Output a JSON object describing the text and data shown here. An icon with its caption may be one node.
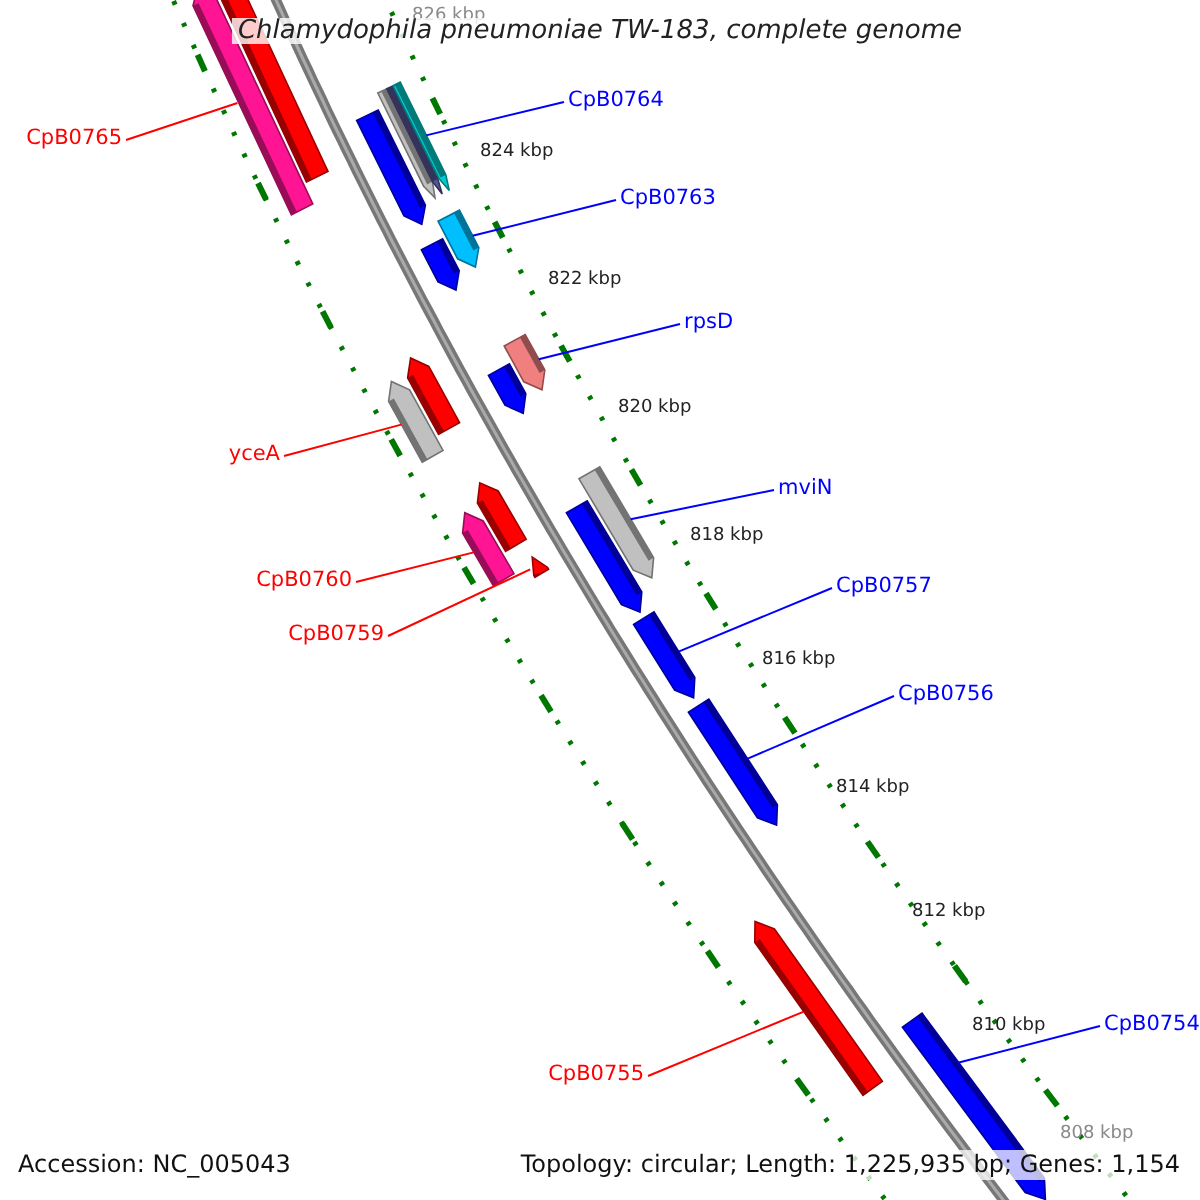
{
  "diagram": {
    "title": "Chlamydophila pneumoniae TW-183, complete genome",
    "nodes": [
      {
        "text": [
          "CpB0764"
        ]
      },
      {
        "text": [
          "CpB0765"
        ]
      },
      {
        "text": [
          "CpB0763"
        ]
      },
      {
        "text": [
          "rpsD"
        ]
      },
      {
        "text": [
          "yceA"
        ]
      },
      {
        "text": [
          "mviN"
        ]
      },
      {
        "text": [
          "CpB0760"
        ]
      },
      {
        "text": [
          "CpB0757"
        ]
      },
      {
        "text": [
          "CpB0759"
        ]
      },
      {
        "text": [
          "CpB0756"
        ]
      },
      {
        "text": [
          "CpB0754"
        ]
      },
      {
        "text": [
          "CpB0755"
        ]
      },
      {
        "text": [],
        "shape": "bar"
      },
      {
        "text": [],
        "shape": "bar"
      },
      {
        "text": [],
        "shape": "bar"
      },
      {
        "text": [],
        "shape": "bar"
      },
      {
        "text": [],
        "shape": "bar"
      },
      {
        "text": [],
        "shape": "bar"
      },
      {
        "text": [],
        "shape": "bar"
      },
      {
        "text": [],
        "shape": "bar"
      },
      {
        "text": [],
        "shape": "bar"
      },
      {
        "text": [],
        "shape": "bar"
      },
      {
        "text": [],
        "shape": "bar"
      },
      {
        "text": [],
        "shape": "bar"
      }
    ],
    "edges": [
      {
        "from": 0,
        "to": 12,
        "arrow": "none"
      },
      {
        "from": 1,
        "to": 13,
        "arrow": "none",
        "color": "#ff0000"
      },
      {
        "from": 2,
        "to": 14,
        "arrow": "none"
      },
      {
        "from": 3,
        "to": 15,
        "arrow": "none"
      },
      {
        "from": 4,
        "to": 16,
        "arrow": "none",
        "color": "#ff0000"
      },
      {
        "from": 5,
        "to": 17,
        "arrow": "none"
      },
      {
        "from": 6,
        "to": 18,
        "arrow": "none",
        "color": "#ff0000"
      },
      {
        "from": 7,
        "to": 19,
        "arrow": "none"
      },
      {
        "from": 8,
        "to": 20,
        "arrow": "none",
        "color": "#ff0000"
      },
      {
        "from": 9,
        "to": 21,
        "arrow": "none"
      },
      {
        "from": 10,
        "to": 22,
        "arrow": "none"
      },
      {
        "from": 11,
        "to": 23,
        "arrow": "none",
        "color": "#ff0000"
      }
    ],
    "labels": [
      "826 kbp",
      "824 kbp",
      "822 kbp",
      "820 kbp",
      "818 kbp",
      "816 kbp",
      "814 kbp",
      "812 kbp",
      "810 kbp",
      "808 kbp",
      "Accession: NC_005043",
      "Topology: circular; Length: 1,225,935 bp; Genes: 1,154"
    ]
  }
}
